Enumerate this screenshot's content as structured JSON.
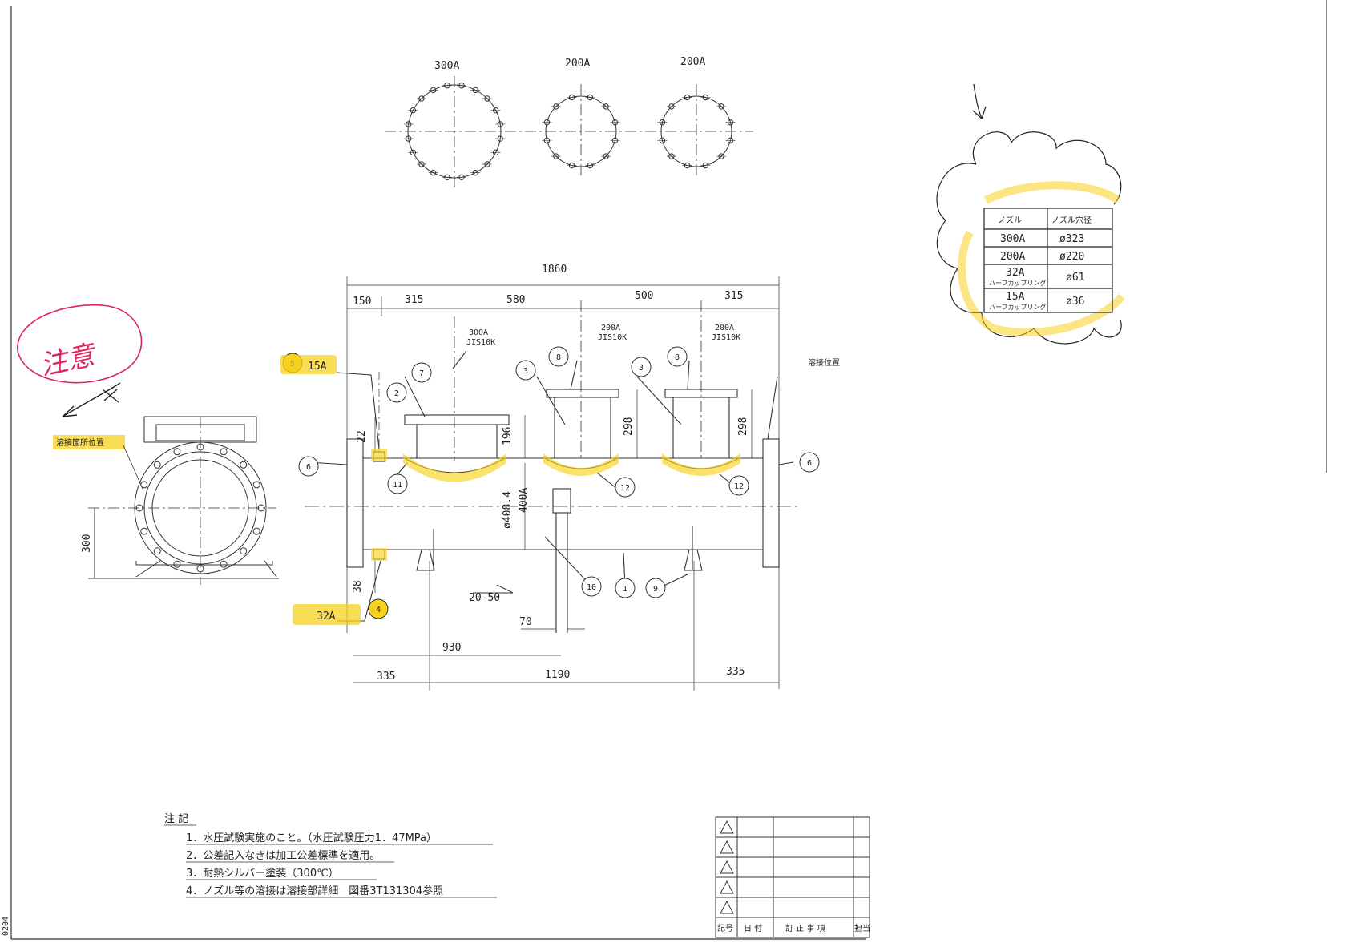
{
  "flanges": [
    {
      "label": "300A"
    },
    {
      "label": "200A"
    },
    {
      "label": "200A"
    }
  ],
  "dimensions": {
    "overall": "1860",
    "top_150": "150",
    "top_315a": "315",
    "top_580": "580",
    "top_500": "500",
    "top_315b": "315",
    "h22": "22",
    "h196": "196",
    "h298a": "298",
    "h298b": "298",
    "dia_408": "ø408.4",
    "pipe_400a": "400A",
    "h38": "38",
    "fillet": "20-50",
    "w70": "70",
    "b930": "930",
    "b335a": "335",
    "b1190": "1190",
    "b335b": "335",
    "side_300": "300"
  },
  "nozzle_specs": [
    {
      "size": "300A",
      "std": "JIS10K"
    },
    {
      "size": "200A",
      "std": "JIS10K"
    },
    {
      "size": "200A",
      "std": "JIS10K"
    }
  ],
  "callouts": [
    "1",
    "2",
    "3",
    "3",
    "4",
    "5",
    "6",
    "6",
    "7",
    "8",
    "8",
    "9",
    "10",
    "11",
    "12",
    "12"
  ],
  "small_nozzles": {
    "n5": "15A",
    "n4": "32A"
  },
  "labels": {
    "weld_position_left": "溶接箇所位置",
    "weld_position_right": "溶接位置"
  },
  "handwriting": {
    "text": "注意"
  },
  "nozzle_table": {
    "headers": [
      "ノズル",
      "ノズル穴径"
    ],
    "rows": [
      {
        "name": "300A",
        "sub": "",
        "hole": "ø323"
      },
      {
        "name": "200A",
        "sub": "",
        "hole": "ø220"
      },
      {
        "name": "32A",
        "sub": "ハーフカップリング",
        "hole": "ø61"
      },
      {
        "name": "15A",
        "sub": "ハーフカップリング",
        "hole": "ø36"
      }
    ]
  },
  "notes": {
    "title": "注 記",
    "items": [
      "1．水圧試験実施のこと。（水圧試験圧力1．47MPa）",
      "2．公差記入なきは加工公差標準を適用。",
      "3．耐熱シルバー塗装（300℃）",
      "4．ノズル等の溶接は溶接部詳細　図番3T131304参照"
    ]
  },
  "revision_block": {
    "rows": 5,
    "footer": [
      "記号",
      "日 付",
      "訂 正 事 項",
      "担当"
    ]
  },
  "sheet_code": "0204",
  "colors": {
    "line": "#333333",
    "highlight": "#f7d21e",
    "handwriting": "#e0245e"
  }
}
